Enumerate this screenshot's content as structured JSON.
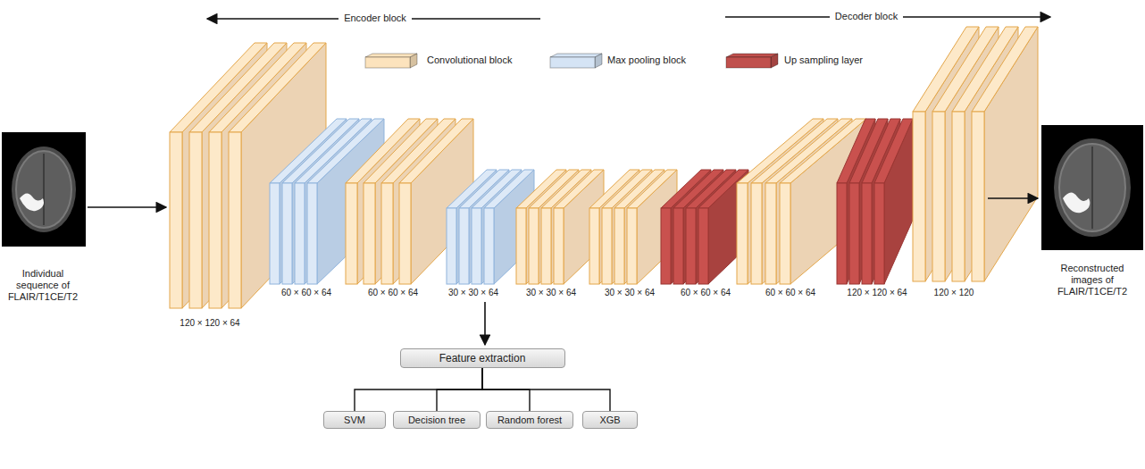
{
  "diagram": {
    "nodes": [
      {
        "text": [
          "Feature extraction"
        ]
      },
      {
        "text": [
          "SVM"
        ]
      },
      {
        "text": [
          "Decision tree"
        ]
      },
      {
        "text": [
          "Random forest"
        ]
      },
      {
        "text": [
          "XGB"
        ]
      }
    ],
    "edges": [
      {
        "from": 0,
        "to": 1,
        "arrow": "none"
      },
      {
        "from": 0,
        "to": 2,
        "arrow": "none"
      },
      {
        "from": 0,
        "to": 3,
        "arrow": "none"
      },
      {
        "from": 0,
        "to": 4,
        "arrow": "none"
      }
    ],
    "labels": [
      "Encoder block",
      "Decoder block",
      "Individual sequence of FLAIR/T1CE/T2",
      "Reconstructed images of FLAIR/T1CE/T2",
      "120 × 120 × 64",
      "60 × 60 × 64",
      "60 × 60 × 64",
      "30 × 30 × 64",
      "30 × 30 × 64",
      "30 × 30 × 64",
      "60 × 60 × 64",
      "60 × 60 × 64",
      "120 × 120 × 64",
      "120 × 120"
    ],
    "legend": [
      {
        "text": "Convolutional block",
        "color": "#fce3bd"
      },
      {
        "text": "Max pooling block",
        "color": "#d5e4f5"
      },
      {
        "text": "Up sampling layer",
        "color": "#c0504d"
      }
    ]
  }
}
